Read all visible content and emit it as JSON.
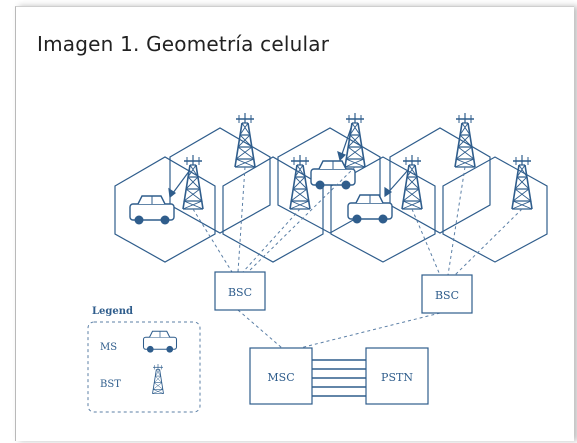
{
  "title": "Imagen 1. Geometría celular",
  "nodes": {
    "bsc_left": "BSC",
    "bsc_right": "BSC",
    "msc": "MSC",
    "pstn": "PSTN"
  },
  "legend": {
    "title": "Legend",
    "ms_label": "MS",
    "bst_label": "BST"
  },
  "colors": {
    "line": "#2f5d8c",
    "fill_car": "#2f5d8c"
  }
}
